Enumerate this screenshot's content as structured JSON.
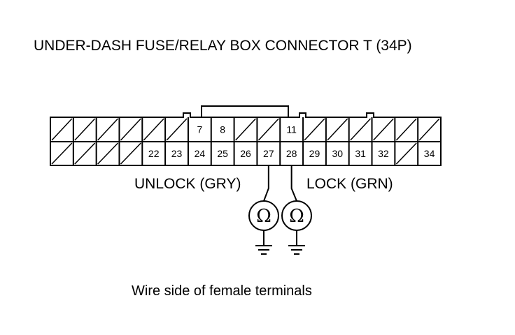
{
  "title": "UNDER-DASH FUSE/RELAY BOX CONNECTOR T (34P)",
  "connector": {
    "top_row": [
      "",
      "",
      "",
      "",
      "",
      "",
      "7",
      "8",
      "",
      "",
      "11",
      "",
      "",
      "",
      "",
      "",
      ""
    ],
    "bottom_row": [
      "",
      "",
      "",
      "",
      "22",
      "23",
      "24",
      "25",
      "26",
      "27",
      "28",
      "29",
      "30",
      "31",
      "32",
      "",
      "34"
    ]
  },
  "probes": [
    {
      "label": "UNLOCK (GRY)",
      "pin": "27",
      "meter_symbol": "Ω",
      "icon": "ohmmeter-icon"
    },
    {
      "label": "LOCK (GRN)",
      "pin": "28",
      "meter_symbol": "Ω",
      "icon": "ohmmeter-icon"
    }
  ],
  "ground_icon": "ground-icon",
  "caption": "Wire side of female terminals"
}
